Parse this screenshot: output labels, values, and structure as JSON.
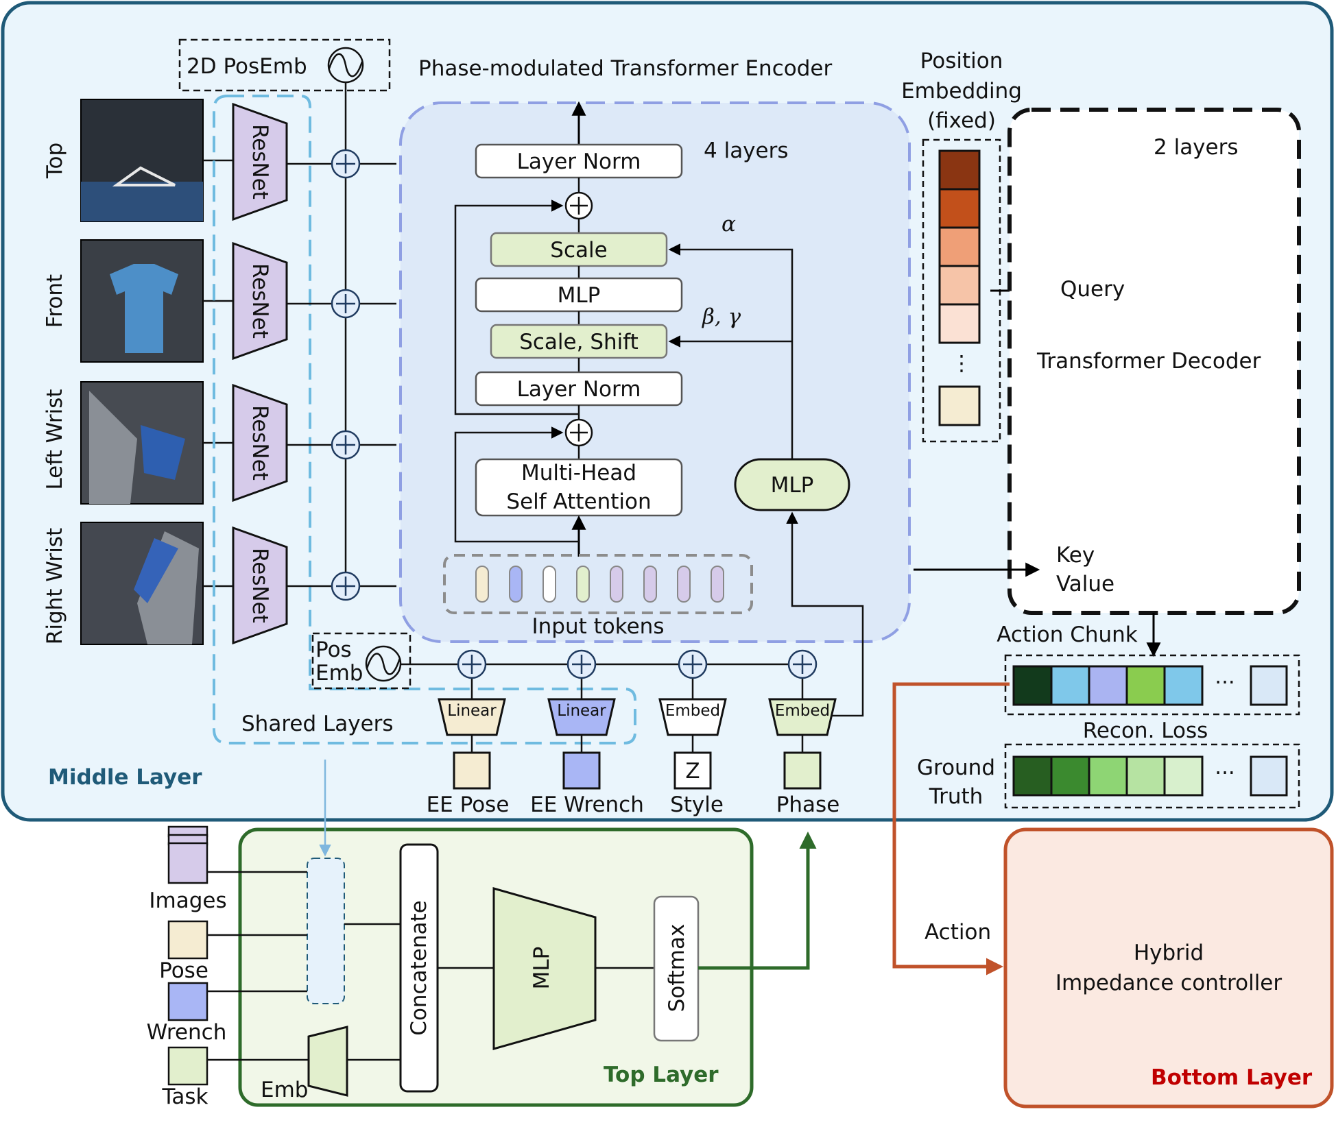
{
  "middle_layer": {
    "title": "Middle Layer",
    "views": [
      "Top",
      "Front",
      "Left Wrist",
      "Right  Wrist"
    ],
    "resnet_label": "ResNet",
    "posemb_2d_label": "2D PosEmb",
    "encoder_title": "Phase-modulated Transformer Encoder",
    "encoder_layers": "4 layers",
    "layer_norm_top": "Layer Norm",
    "scale": "Scale",
    "mlp": "MLP",
    "scale_shift": "Scale, Shift",
    "layer_norm_bottom": "Layer Norm",
    "mhsa_line1": "Multi-Head",
    "mhsa_line2": "Self Attention",
    "phase_mlp": "MLP",
    "alpha": "α",
    "beta_gamma": "β,  γ",
    "input_tokens": "Input tokens",
    "pos_emb_line1": "Pos",
    "pos_emb_line2": "Emb",
    "shared_layers": "Shared Layers",
    "linear_label": "Linear",
    "embed_label": "Embed",
    "z_label": "Z",
    "inputs": [
      "EE Pose",
      "EE Wrench",
      "Style",
      "Phase"
    ],
    "position_embedding_line1": "Position",
    "position_embedding_line2": "Embedding",
    "position_embedding_line3": "(fixed)",
    "ellipsis": "⋮",
    "decoder_layers": "2 layers",
    "query": "Query",
    "decoder_title": "Transformer Decoder",
    "key": "Key",
    "value": "Value",
    "action_chunk": "Action Chunk",
    "recon_loss": "Recon. Loss",
    "ground_truth_line1": "Ground",
    "ground_truth_line2": "Truth",
    "dots": "···"
  },
  "top_layer": {
    "title": "Top Layer",
    "inputs": [
      "Images",
      "Pose",
      "Wrench",
      "Task"
    ],
    "emb": "Emb",
    "concatenate": "Concatenate",
    "mlp": "MLP",
    "softmax": "Softmax"
  },
  "bottom_layer": {
    "title": "Bottom Layer",
    "controller_line1": "Hybrid",
    "controller_line2": "Impedance controller",
    "action": "Action"
  },
  "colors": {
    "middle_border": "#1f5a78",
    "middle_fill": "#eaf5fc",
    "top_border": "#2e6b2a",
    "top_fill": "#f1f7e8",
    "bottom_border": "#c0522a",
    "bottom_fill": "#fbe9e1",
    "resnet": "#d6cbea",
    "scale_fill": "#e2efcd",
    "token_colors": [
      "#f5ecd2",
      "#a9b6f5",
      "#ffffff",
      "#e2efcd",
      "#d6cbea",
      "#d6cbea",
      "#d6cbea",
      "#d6cbea"
    ],
    "position_embedding_colors": [
      "#8a3512",
      "#c2501b",
      "#ef9f77",
      "#f6c4a8",
      "#fbe1d4"
    ],
    "action_chunk_colors": [
      "#123a1c",
      "#7fc8ea",
      "#aab4f2",
      "#8acc4f",
      "#7fc8ea"
    ],
    "ground_truth_colors": [
      "#275e21",
      "#3b8a2f",
      "#8ed574",
      "#b6e3a2",
      "#d8f0cd"
    ]
  }
}
